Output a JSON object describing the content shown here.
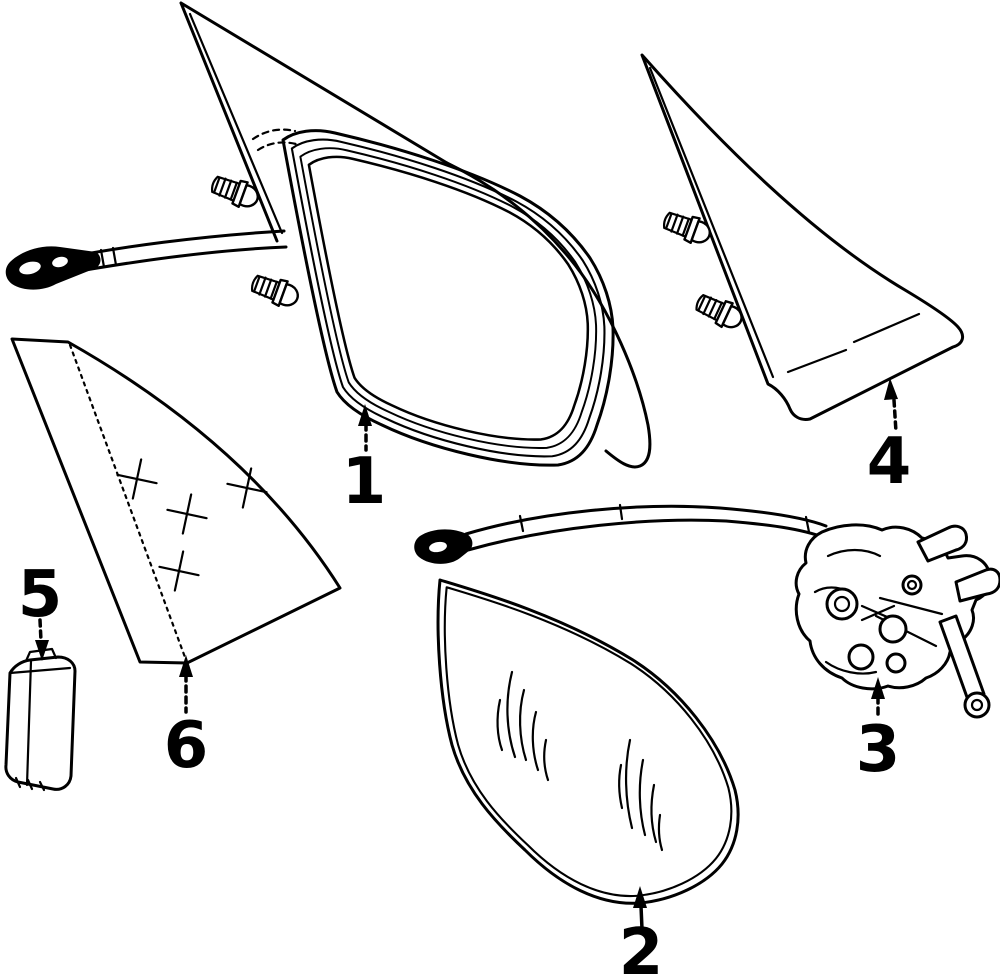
{
  "canvas": {
    "background_color": "#ffffff",
    "line_color": "#000000"
  },
  "diagram": {
    "type": "exploded-parts-line-art",
    "callouts": [
      {
        "number": "1"
      },
      {
        "number": "2"
      },
      {
        "number": "3"
      },
      {
        "number": "4"
      },
      {
        "number": "5"
      },
      {
        "number": "6"
      }
    ]
  }
}
